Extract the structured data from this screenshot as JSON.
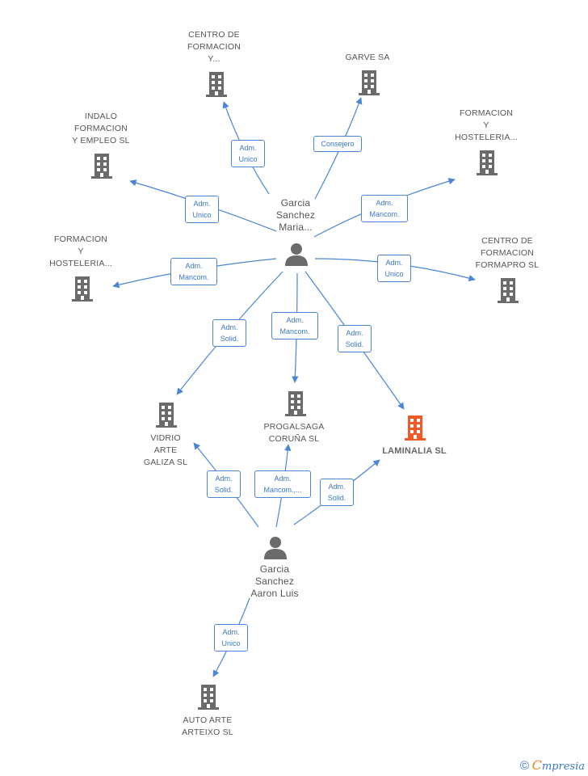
{
  "colors": {
    "edge": "#4a86d4",
    "node": "#6b6b6b",
    "highlight": "#f05a28"
  },
  "nodes": {
    "centro_formacion_y": {
      "lines": [
        "CENTRO DE",
        "FORMACION",
        "Y..."
      ]
    },
    "garve": {
      "lines": [
        "GARVE SA"
      ]
    },
    "indalo": {
      "lines": [
        "INDALO",
        "FORMACION",
        "Y EMPLEO SL"
      ]
    },
    "formacion_y_hosteleria_right": {
      "lines": [
        "FORMACION",
        "Y",
        "HOSTELERIA..."
      ]
    },
    "formacion_y_hosteleria_left": {
      "lines": [
        "FORMACION",
        "Y",
        "HOSTELERIA..."
      ]
    },
    "centro_formapro": {
      "lines": [
        "CENTRO DE",
        "FORMACION",
        "FORMAPRO SL"
      ]
    },
    "vidrio": {
      "lines": [
        "VIDRIO",
        "ARTE",
        "GALIZA SL"
      ]
    },
    "progalsaga": {
      "lines": [
        "PROGALSAGA",
        "CORUÑA SL"
      ]
    },
    "laminalia": {
      "lines": [
        "LAMINALIA SL"
      ]
    },
    "auto_arte": {
      "lines": [
        "AUTO ARTE",
        "ARTEIXO SL"
      ]
    },
    "maria": {
      "lines": [
        "Garcia",
        "Sanchez",
        "Maria..."
      ]
    },
    "aaron": {
      "lines": [
        "Garcia",
        "Sanchez",
        "Aaron Luis"
      ]
    }
  },
  "edges": [
    {
      "id": "e1",
      "lines": [
        "Adm.",
        "Unico"
      ]
    },
    {
      "id": "e2",
      "lines": [
        "Consejero"
      ]
    },
    {
      "id": "e3",
      "lines": [
        "Adm.",
        "Unico"
      ]
    },
    {
      "id": "e4",
      "lines": [
        "Adm.",
        "Mancom."
      ]
    },
    {
      "id": "e5",
      "lines": [
        "Adm.",
        "Mancom."
      ]
    },
    {
      "id": "e6",
      "lines": [
        "Adm.",
        "Unico"
      ]
    },
    {
      "id": "e7",
      "lines": [
        "Adm.",
        "Solid."
      ]
    },
    {
      "id": "e8",
      "lines": [
        "Adm.",
        "Mancom."
      ]
    },
    {
      "id": "e9",
      "lines": [
        "Adm.",
        "Solid."
      ]
    },
    {
      "id": "e10",
      "lines": [
        "Adm.",
        "Solid."
      ]
    },
    {
      "id": "e11",
      "lines": [
        "Adm.",
        "Mancom.,..."
      ]
    },
    {
      "id": "e12",
      "lines": [
        "Adm.",
        "Solid."
      ]
    },
    {
      "id": "e13",
      "lines": [
        "Adm.",
        "Unico"
      ]
    }
  ],
  "footer": {
    "copyright": "©",
    "brand_first": "C",
    "brand_rest": "mpresia"
  }
}
